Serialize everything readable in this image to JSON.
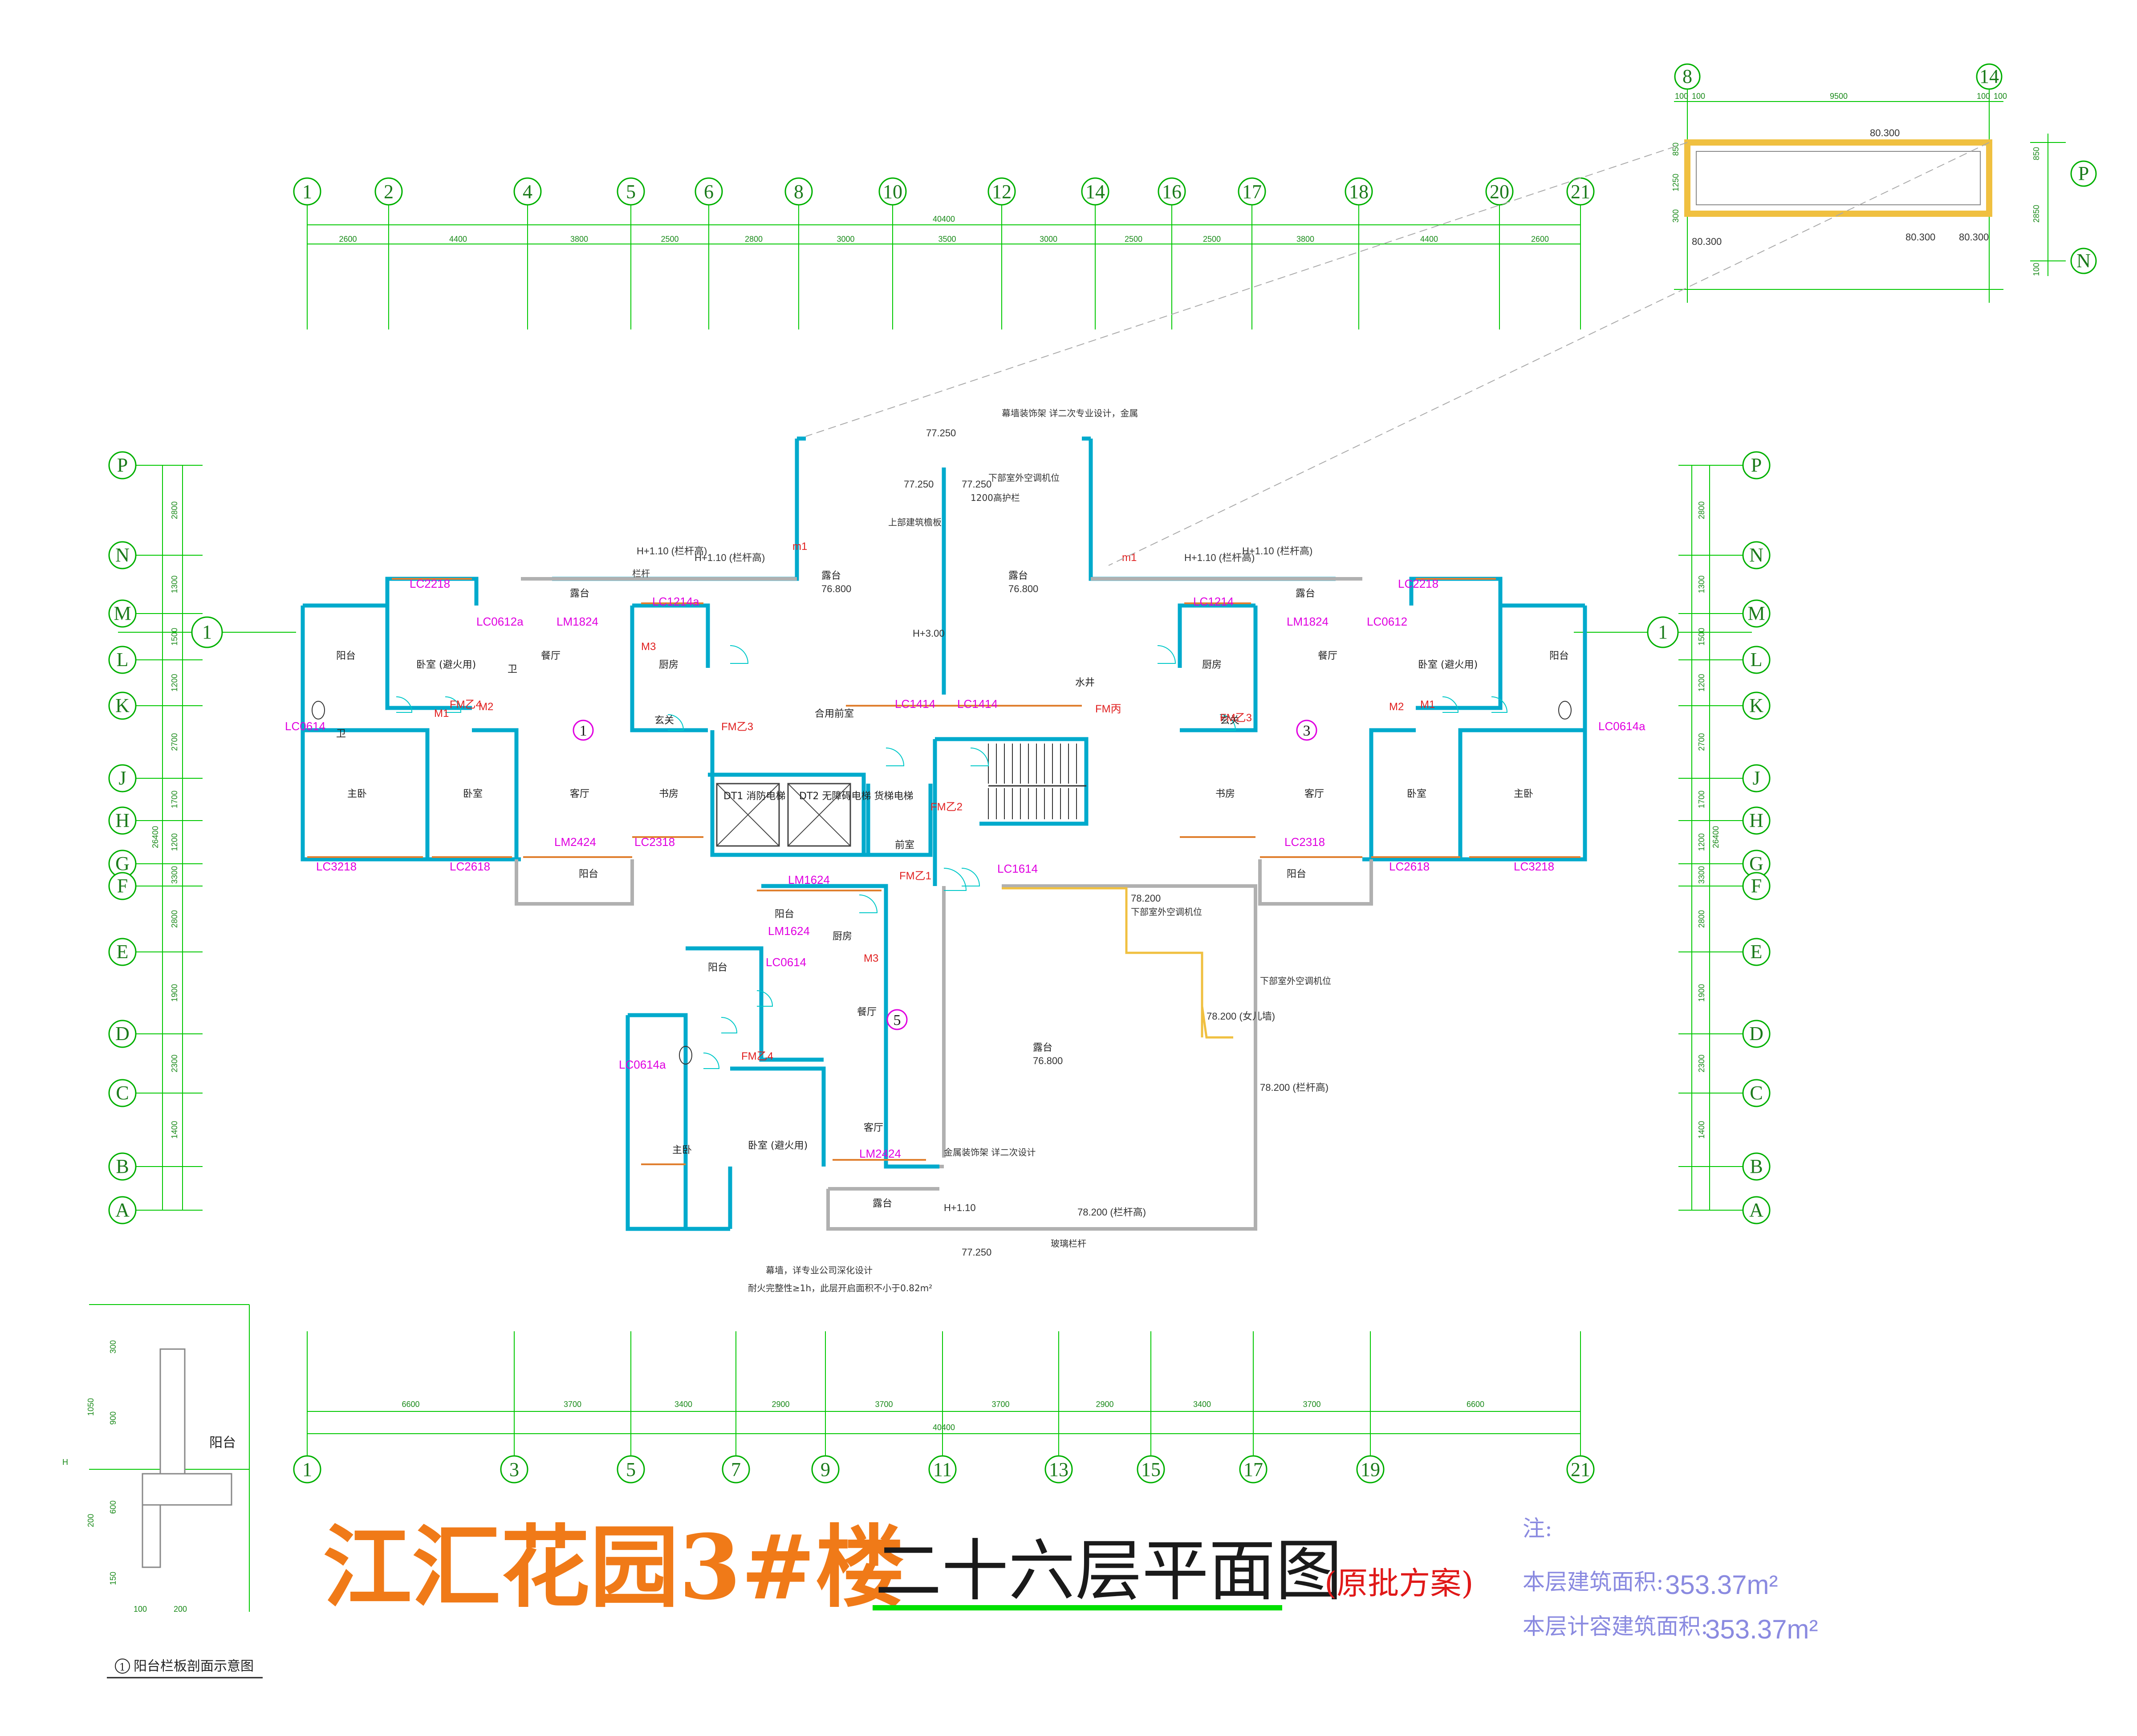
{
  "top_axes": [
    "1",
    "2",
    "4",
    "5",
    "6",
    "8",
    "10",
    "12",
    "14",
    "16",
    "17",
    "18",
    "20",
    "21"
  ],
  "top_dims": [
    "2600",
    "4400",
    "3800",
    "2500",
    "2800",
    "3000",
    "3500",
    "3000",
    "2500",
    "2500",
    "3800",
    "4400",
    "2600"
  ],
  "top_total": "40400",
  "bottom_axes": [
    "1",
    "3",
    "5",
    "7",
    "9",
    "11",
    "13",
    "15",
    "17",
    "19",
    "21"
  ],
  "bottom_dims": [
    "6600",
    "3700",
    "3400",
    "2900",
    "3700",
    "3700",
    "2900",
    "3400",
    "3700",
    "6600"
  ],
  "bottom_total": "40400",
  "left_axes": [
    "P",
    "N",
    "M",
    "L",
    "K",
    "J",
    "H",
    "G",
    "F",
    "E",
    "D",
    "C",
    "B",
    "A"
  ],
  "left_dims": [
    "2800",
    "1300",
    "1500",
    "1200",
    "2700",
    "1700",
    "1200",
    "3300",
    "2800",
    "1900",
    "2300",
    "1400"
  ],
  "left_total": "26400",
  "detail": {
    "axes": [
      "8",
      "14"
    ],
    "dim": "9500",
    "side_dims": [
      "100",
      "100",
      "100",
      "100"
    ],
    "elevations": [
      "80.300",
      "80.300",
      "80.300",
      "80.300"
    ],
    "row_axes": [
      "P",
      "N"
    ],
    "row_dims": [
      "850",
      "2850",
      "100"
    ],
    "inner_dims": [
      "850",
      "1250",
      "300"
    ]
  },
  "units": [
    "1",
    "3",
    "5"
  ],
  "section_ref": "1",
  "rooms": {
    "terrace": "露台",
    "balcony": "阳台",
    "bedroom": "卧室",
    "master_bedroom": "主卧",
    "living": "客厅",
    "dining": "餐厅",
    "kitchen": "厨房",
    "study": "书房",
    "bath": "卫",
    "entry": "玄关",
    "hall": "合用前室",
    "front": "前室",
    "elevator1": "DT1 消防电梯",
    "elevator2": "DT2 无障碍电梯 货梯电梯",
    "shaft": "水井",
    "fire_room": "卧室 (避火用)"
  },
  "elevations": {
    "terrace": "76.800",
    "top": "77.250",
    "right": "78.200",
    "bottom": "77.250",
    "h_plus": "H+1.10 (栏杆高)",
    "h_plus_3": "H+3.00",
    "h_plus_1": "H+1.10",
    "right_rail": "78.200 (栏杆高)",
    "right_note": "78.200 (女儿墙)"
  },
  "windows": [
    "LC2218",
    "LC0612a",
    "LC1214a",
    "LM1824",
    "LC1214",
    "LC0612",
    "LC0614",
    "LM2424",
    "LC2318",
    "LC3218",
    "LC2618",
    "LC1414",
    "LC0614a",
    "LC1614",
    "LM1624",
    "FM乙4",
    "FM乙3",
    "FM乙1",
    "FM丙",
    "FM乙2",
    "M1",
    "M2",
    "M3",
    "m1"
  ],
  "notes": [
    "幕墙装饰架 详二次专业设计，金属",
    "下部室外空调机位",
    "1200高护栏",
    "上部建筑檐板",
    "栏杆",
    "金属装饰架 详二次设计",
    "玻璃栏杆",
    "幕墙，详专业公司深化设计",
    "耐火完整性≥1h，此层开启面积不小于0.82m²"
  ],
  "section": {
    "label": "阳台",
    "dims": [
      "300",
      "1050",
      "900",
      "600",
      "200",
      "150"
    ],
    "bottom_dims": [
      "100",
      "200"
    ],
    "h": "H",
    "caption": "阳台栏板剖面示意图"
  },
  "title": {
    "main": "江汇花园3#楼",
    "sub": "二十六层平面图",
    "note": "(原批方案)"
  },
  "area": {
    "prefix": "注:",
    "build_label": "本层建筑面积:",
    "build_value": "353.37m²",
    "calc_label": "本层计容建筑面积:",
    "calc_value": "353.37m²"
  },
  "colors": {
    "grid": "#00c800",
    "wall": "#00aacc",
    "window_label": "#e000e0",
    "door_label": "#e02020",
    "title": "#f07a18",
    "underline": "#00e000",
    "area": "#8a8ae0"
  }
}
